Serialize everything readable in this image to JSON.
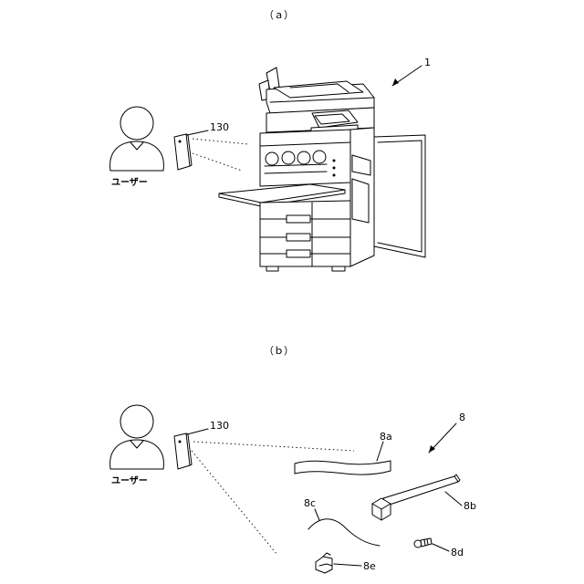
{
  "panel_a": {
    "label": "（ａ）",
    "user_label": "ユーザー",
    "terminal_ref": "130",
    "device_ref": "1"
  },
  "panel_b": {
    "label": "（ｂ）",
    "user_label": "ユーザー",
    "terminal_ref": "130",
    "parts_ref": "8",
    "part_refs": [
      "8a",
      "8b",
      "8c",
      "8d",
      "8e"
    ]
  }
}
